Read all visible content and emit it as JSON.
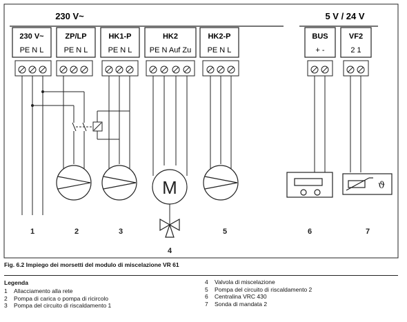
{
  "supply": {
    "mains": "230 V~",
    "low": "5 V / 24 V"
  },
  "blocks": [
    {
      "id": "230v",
      "name": "230 V~",
      "pins": "PE  N  L"
    },
    {
      "id": "zplp",
      "name": "ZP/LP",
      "pins": "PE  N  L"
    },
    {
      "id": "hk1p",
      "name": "HK1-P",
      "pins": "PE  N  L"
    },
    {
      "id": "hk2",
      "name": "HK2",
      "pins": "PE N Auf Zu"
    },
    {
      "id": "hk2p",
      "name": "HK2-P",
      "pins": "PE  N  L"
    },
    {
      "id": "bus",
      "name": "BUS",
      "pins": "+  -"
    },
    {
      "id": "vf2",
      "name": "VF2",
      "pins": "2  1"
    }
  ],
  "component_numbers": [
    "1",
    "2",
    "3",
    "4",
    "5",
    "6",
    "7"
  ],
  "motor_symbol": "M",
  "sensor_symbol": "ϑ",
  "caption": "Fig. 6.2 Impiego dei morsetti del modulo di miscelazione VR 61",
  "legend": {
    "title": "Legenda",
    "items": [
      {
        "num": "1",
        "text": "Allacciamento alla rete"
      },
      {
        "num": "2",
        "text": "Pompa di carica o pompa di ricircolo"
      },
      {
        "num": "3",
        "text": "Pompa del circuito di riscaldamento 1"
      },
      {
        "num": "4",
        "text": "Valvola di miscelazione"
      },
      {
        "num": "5",
        "text": "Pompa del circuito di riscaldamento 2"
      },
      {
        "num": "6",
        "text": "Centralina VRC 430"
      },
      {
        "num": "7",
        "text": "Sonda di mandata 2"
      }
    ]
  }
}
